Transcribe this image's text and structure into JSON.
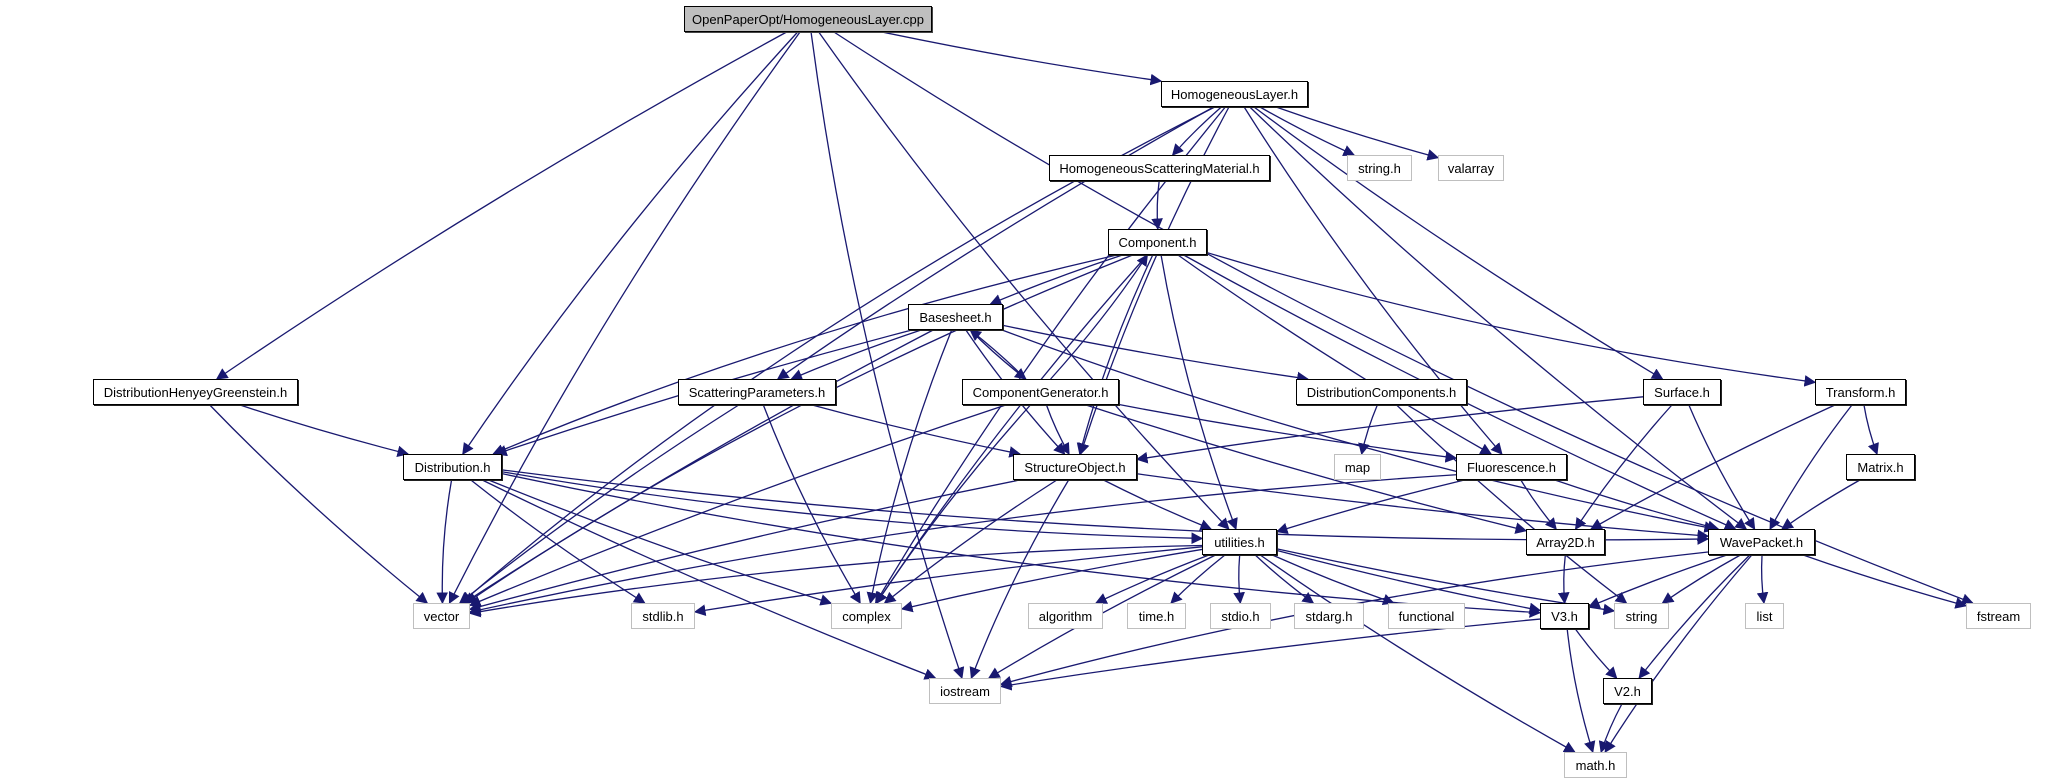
{
  "title": "OpenPaperOpt/HomogeneousLayer.cpp",
  "colors": {
    "edge": "#191970",
    "root_fill": "#bfbfbf",
    "system_border": "#bfbfbf",
    "local_border": "#000000"
  },
  "nodes": [
    {
      "id": "root",
      "label": "OpenPaperOpt/HomogeneousLayer.cpp",
      "kind": "root"
    },
    {
      "id": "hl",
      "label": "HomogeneousLayer.h",
      "kind": "local"
    },
    {
      "id": "hsm",
      "label": "HomogeneousScatteringMaterial.h",
      "kind": "local"
    },
    {
      "id": "stringh",
      "label": "string.h",
      "kind": "sys"
    },
    {
      "id": "valarray",
      "label": "valarray",
      "kind": "sys"
    },
    {
      "id": "component",
      "label": "Component.h",
      "kind": "local"
    },
    {
      "id": "basesheet",
      "label": "Basesheet.h",
      "kind": "local"
    },
    {
      "id": "dhg",
      "label": "DistributionHenyeyGreenstein.h",
      "kind": "local"
    },
    {
      "id": "scatpar",
      "label": "ScatteringParameters.h",
      "kind": "local"
    },
    {
      "id": "compgen",
      "label": "ComponentGenerator.h",
      "kind": "local"
    },
    {
      "id": "distcomp",
      "label": "DistributionComponents.h",
      "kind": "local"
    },
    {
      "id": "surface",
      "label": "Surface.h",
      "kind": "local"
    },
    {
      "id": "transform",
      "label": "Transform.h",
      "kind": "local"
    },
    {
      "id": "distribution",
      "label": "Distribution.h",
      "kind": "local"
    },
    {
      "id": "structobj",
      "label": "StructureObject.h",
      "kind": "local"
    },
    {
      "id": "map",
      "label": "map",
      "kind": "sys"
    },
    {
      "id": "fluor",
      "label": "Fluorescence.h",
      "kind": "local"
    },
    {
      "id": "matrix",
      "label": "Matrix.h",
      "kind": "local"
    },
    {
      "id": "utilities",
      "label": "utilities.h",
      "kind": "local"
    },
    {
      "id": "array2d",
      "label": "Array2D.h",
      "kind": "local"
    },
    {
      "id": "wavepacket",
      "label": "WavePacket.h",
      "kind": "local"
    },
    {
      "id": "vector",
      "label": "vector",
      "kind": "sys"
    },
    {
      "id": "stdlib",
      "label": "stdlib.h",
      "kind": "sys"
    },
    {
      "id": "complex",
      "label": "complex",
      "kind": "sys"
    },
    {
      "id": "algorithm",
      "label": "algorithm",
      "kind": "sys"
    },
    {
      "id": "time",
      "label": "time.h",
      "kind": "sys"
    },
    {
      "id": "stdio",
      "label": "stdio.h",
      "kind": "sys"
    },
    {
      "id": "stdarg",
      "label": "stdarg.h",
      "kind": "sys"
    },
    {
      "id": "functional",
      "label": "functional",
      "kind": "sys"
    },
    {
      "id": "v3",
      "label": "V3.h",
      "kind": "local"
    },
    {
      "id": "string",
      "label": "string",
      "kind": "sys"
    },
    {
      "id": "list",
      "label": "list",
      "kind": "sys"
    },
    {
      "id": "fstream",
      "label": "fstream",
      "kind": "sys"
    },
    {
      "id": "iostream",
      "label": "iostream",
      "kind": "sys"
    },
    {
      "id": "v2",
      "label": "V2.h",
      "kind": "local"
    },
    {
      "id": "math",
      "label": "math.h",
      "kind": "sys"
    }
  ],
  "edges": [
    [
      "root",
      "hl"
    ],
    [
      "root",
      "vector"
    ],
    [
      "root",
      "dhg"
    ],
    [
      "root",
      "distribution"
    ],
    [
      "root",
      "iostream"
    ],
    [
      "root",
      "utilities"
    ],
    [
      "root",
      "fstream"
    ],
    [
      "hl",
      "hsm"
    ],
    [
      "hl",
      "stringh"
    ],
    [
      "hl",
      "valarray"
    ],
    [
      "hl",
      "vector"
    ],
    [
      "hl",
      "complex"
    ],
    [
      "hl",
      "scatpar"
    ],
    [
      "hl",
      "structobj"
    ],
    [
      "hl",
      "fluor"
    ],
    [
      "hl",
      "surface"
    ],
    [
      "hl",
      "wavepacket"
    ],
    [
      "hsm",
      "component"
    ],
    [
      "component",
      "basesheet"
    ],
    [
      "component",
      "distribution"
    ],
    [
      "component",
      "vector"
    ],
    [
      "component",
      "complex"
    ],
    [
      "component",
      "structobj"
    ],
    [
      "component",
      "utilities"
    ],
    [
      "component",
      "fluor"
    ],
    [
      "component",
      "transform"
    ],
    [
      "component",
      "wavepacket"
    ],
    [
      "basesheet",
      "compgen"
    ],
    [
      "basesheet",
      "scatpar"
    ],
    [
      "basesheet",
      "distcomp"
    ],
    [
      "basesheet",
      "distribution"
    ],
    [
      "basesheet",
      "vector"
    ],
    [
      "basesheet",
      "complex"
    ],
    [
      "basesheet",
      "structobj"
    ],
    [
      "basesheet",
      "wavepacket"
    ],
    [
      "compgen",
      "basesheet"
    ],
    [
      "compgen",
      "component"
    ],
    [
      "compgen",
      "structobj"
    ],
    [
      "compgen",
      "vector"
    ],
    [
      "compgen",
      "complex"
    ],
    [
      "compgen",
      "fluor"
    ],
    [
      "compgen",
      "array2d"
    ],
    [
      "dhg",
      "distribution"
    ],
    [
      "dhg",
      "vector"
    ],
    [
      "scatpar",
      "structobj"
    ],
    [
      "scatpar",
      "vector"
    ],
    [
      "scatpar",
      "complex"
    ],
    [
      "distcomp",
      "map"
    ],
    [
      "distcomp",
      "string"
    ],
    [
      "surface",
      "structobj"
    ],
    [
      "surface",
      "array2d"
    ],
    [
      "surface",
      "wavepacket"
    ],
    [
      "transform",
      "matrix"
    ],
    [
      "transform",
      "array2d"
    ],
    [
      "transform",
      "wavepacket"
    ],
    [
      "distribution",
      "vector"
    ],
    [
      "distribution",
      "stdlib"
    ],
    [
      "distribution",
      "complex"
    ],
    [
      "distribution",
      "iostream"
    ],
    [
      "distribution",
      "utilities"
    ],
    [
      "distribution",
      "v3"
    ],
    [
      "distribution",
      "wavepacket"
    ],
    [
      "structobj",
      "utilities"
    ],
    [
      "structobj",
      "vector"
    ],
    [
      "structobj",
      "complex"
    ],
    [
      "structobj",
      "iostream"
    ],
    [
      "structobj",
      "wavepacket"
    ],
    [
      "fluor",
      "utilities"
    ],
    [
      "fluor",
      "array2d"
    ],
    [
      "fluor",
      "wavepacket"
    ],
    [
      "fluor",
      "vector"
    ],
    [
      "matrix",
      "wavepacket"
    ],
    [
      "utilities",
      "vector"
    ],
    [
      "utilities",
      "stdlib"
    ],
    [
      "utilities",
      "complex"
    ],
    [
      "utilities",
      "algorithm"
    ],
    [
      "utilities",
      "time"
    ],
    [
      "utilities",
      "stdio"
    ],
    [
      "utilities",
      "stdarg"
    ],
    [
      "utilities",
      "functional"
    ],
    [
      "utilities",
      "v3"
    ],
    [
      "utilities",
      "string"
    ],
    [
      "utilities",
      "iostream"
    ],
    [
      "utilities",
      "math"
    ],
    [
      "array2d",
      "v3"
    ],
    [
      "wavepacket",
      "v3"
    ],
    [
      "wavepacket",
      "string"
    ],
    [
      "wavepacket",
      "list"
    ],
    [
      "wavepacket",
      "fstream"
    ],
    [
      "wavepacket",
      "iostream"
    ],
    [
      "wavepacket",
      "v2"
    ],
    [
      "wavepacket",
      "math"
    ],
    [
      "v3",
      "iostream"
    ],
    [
      "v3",
      "v2"
    ],
    [
      "v3",
      "math"
    ],
    [
      "v2",
      "math"
    ]
  ]
}
